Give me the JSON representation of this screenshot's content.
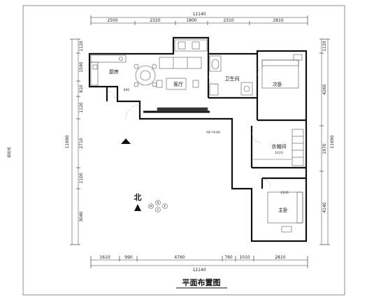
{
  "title": "平面布置图",
  "side_label": "橱柜规",
  "north_label": "北",
  "compass": {
    "n": "N",
    "s": "S",
    "w": "W",
    "e": "E"
  },
  "top_total": "12140",
  "top_segments": [
    "2500",
    "2320",
    "1800",
    "2310",
    "2810"
  ],
  "bottom_segments": [
    "1610",
    "990",
    "4760",
    "760",
    "1010",
    "2810"
  ],
  "bottom_total": "12140",
  "left_segments": [
    "1120",
    "1590",
    "810",
    "1120",
    "2710",
    "1100",
    "3040"
  ],
  "left_total": "11690",
  "right_segments": [
    "1120",
    "4260",
    "1970",
    "4140"
  ],
  "right_total": "11690",
  "rooms": {
    "kitchen": "厨房",
    "living": "客厅",
    "bathroom": "卫生间",
    "second_bedroom": "次卧",
    "closet": "衣帽间",
    "master_bedroom": "主卧"
  },
  "annotations": {
    "a800": "800",
    "a1610": "1610",
    "a2100": "2100",
    "small_note": "地面 平铺 铺贴"
  }
}
